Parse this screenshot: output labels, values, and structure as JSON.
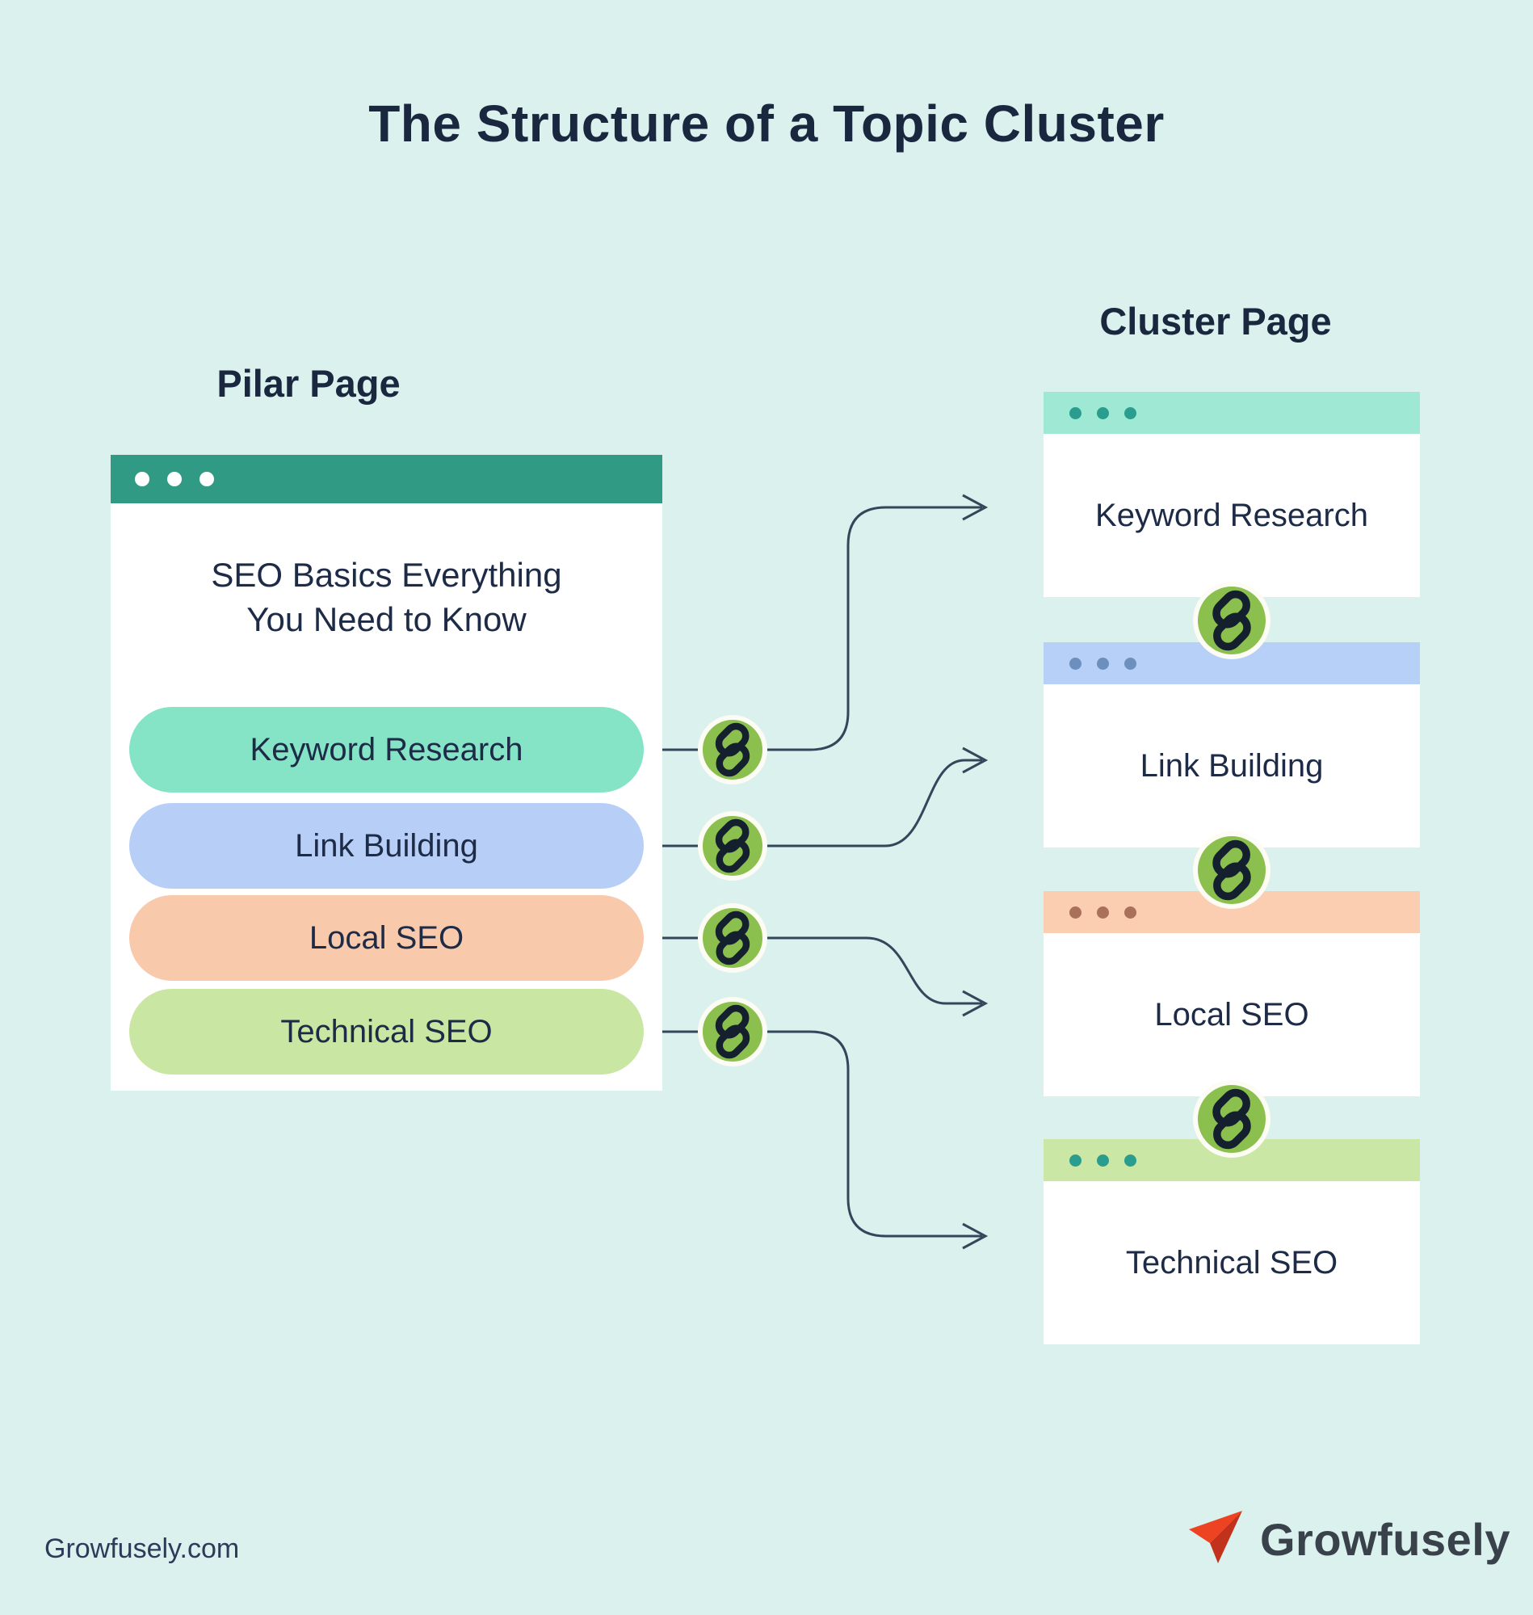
{
  "title": "The Structure of a Topic Cluster",
  "pillar": {
    "heading": "Pilar Page",
    "window": {
      "header_color": "#319a84",
      "dot_color": "#ffffff",
      "title": "SEO Basics Everything You Need to Know"
    },
    "buttons": [
      {
        "label": "Keyword Research",
        "color": "#85e3c6"
      },
      {
        "label": "Link Building",
        "color": "#b7cff7"
      },
      {
        "label": "Local SEO",
        "color": "#f9c9ac"
      },
      {
        "label": "Technical SEO",
        "color": "#c9e6a2"
      }
    ]
  },
  "cluster": {
    "heading": "Cluster Page",
    "pages": [
      {
        "label": "Keyword Research",
        "header_color": "#9fe9d4",
        "dot_color": "#2a9d8f"
      },
      {
        "label": "Link Building",
        "header_color": "#b6d0f7",
        "dot_color": "#6d8fbd"
      },
      {
        "label": "Local SEO",
        "header_color": "#fbceb2",
        "dot_color": "#a9705a"
      },
      {
        "label": "Technical SEO",
        "header_color": "#cbe7a5",
        "dot_color": "#2a9d8f"
      }
    ]
  },
  "link_icon": {
    "circle_color": "#8bc04f",
    "ring_color": "#fcfbf4",
    "glyph_color": "#15202e"
  },
  "connector_color": "#33475b",
  "footer": {
    "site": "Growfusely.com",
    "brand": "Growfusely",
    "plane_bright": "#ee4323",
    "plane_dark": "#c2311c"
  }
}
